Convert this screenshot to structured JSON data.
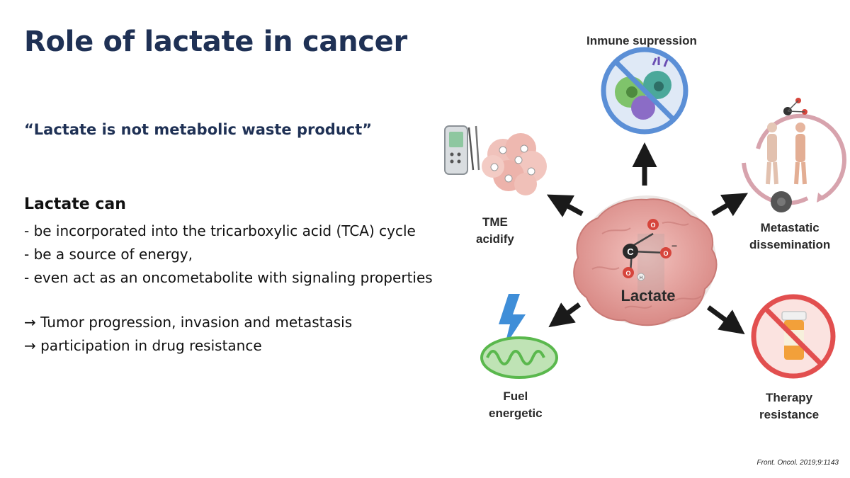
{
  "slide": {
    "title": "Role of lactate in cancer",
    "quote": "“Lactate is not metabolic waste product”",
    "lactate_can": {
      "heading": "Lactate can",
      "items": [
        "- be incorporated into the tricarboxylic acid (TCA) cycle",
        "- be a source of energy,",
        "- even act as an oncometabolite with signaling properties"
      ]
    },
    "outcomes": [
      "→ Tumor progression, invasion and metastasis",
      "→ participation in drug resistance"
    ],
    "citation": "Front. Oncol. 2019;9:1143"
  },
  "diagram": {
    "center_label": "Lactate",
    "atoms": {
      "carbon": "C",
      "oxygen": "O",
      "hydrogen": "H",
      "charge": "–"
    },
    "labels": {
      "immune": "Inmune supression",
      "tme_line1": "TME",
      "tme_line2": "acidify",
      "metastatic_line1": "Metastatic",
      "metastatic_line2": "dissemination",
      "fuel_line1": "Fuel",
      "fuel_line2": "energetic",
      "therapy_line1": "Therapy",
      "therapy_line2": "resistance"
    },
    "colors": {
      "title": "#1f3155",
      "tumor": "#e8a3a0",
      "prohibit_blue": "#5b8fd6",
      "prohibit_red": "#e24f4f",
      "mitochondria": "#5ab84d",
      "lightning": "#3f8ed8",
      "arrow": "#1a1a1a"
    },
    "icons": [
      "ph-meter-icon",
      "acidic-cells-icon",
      "immune-cells-icon",
      "prohibited-icon",
      "human-bodies-icon",
      "circular-arrow-icon",
      "tumor-cell-icon",
      "mitochondria-icon",
      "lightning-icon",
      "pill-bottle-icon"
    ]
  }
}
